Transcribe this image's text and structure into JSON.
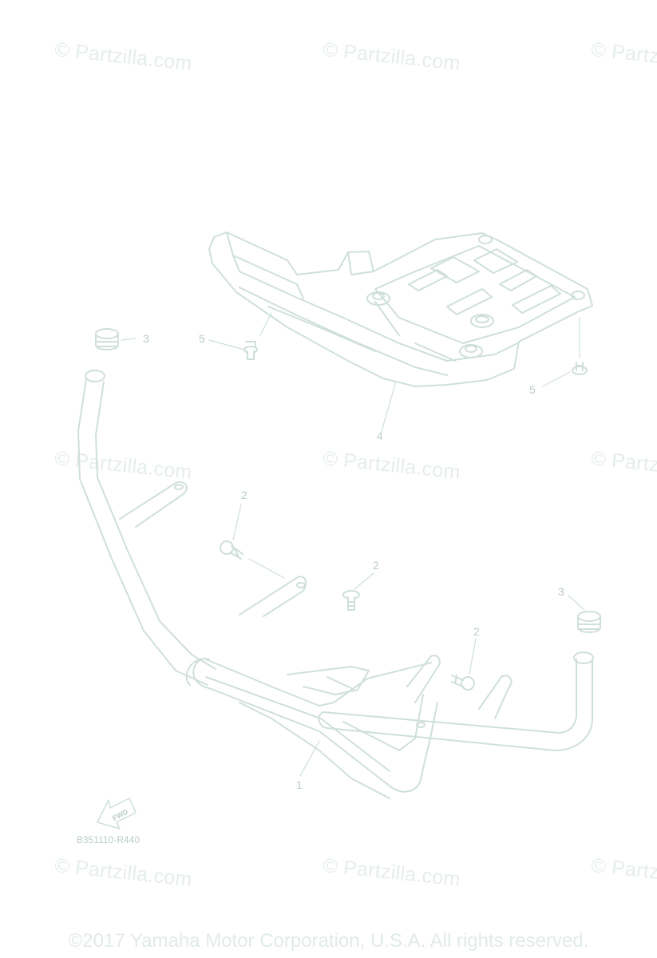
{
  "watermarks": [
    "© Partzilla.com",
    "© Partzilla.com",
    "© Partzilla.com",
    "© Partzilla.com",
    "© Partzilla.com",
    "© Partzilla.com",
    "© Partzilla.com",
    "© Partzilla.com",
    "© Partzilla.com"
  ],
  "callouts": [
    "1",
    "2",
    "2",
    "2",
    "3",
    "3",
    "4",
    "5",
    "5"
  ],
  "fwd_label": "FWD",
  "diagram_code": "B351110-R440",
  "copyright": "©2017 Yamaha Motor Corporation, U.S.A. All rights reserved.",
  "colors": {
    "line": "#cfe0d8",
    "fill": "#ffffff",
    "label": "#b9cbc4",
    "watermark": "#e6eeea"
  }
}
